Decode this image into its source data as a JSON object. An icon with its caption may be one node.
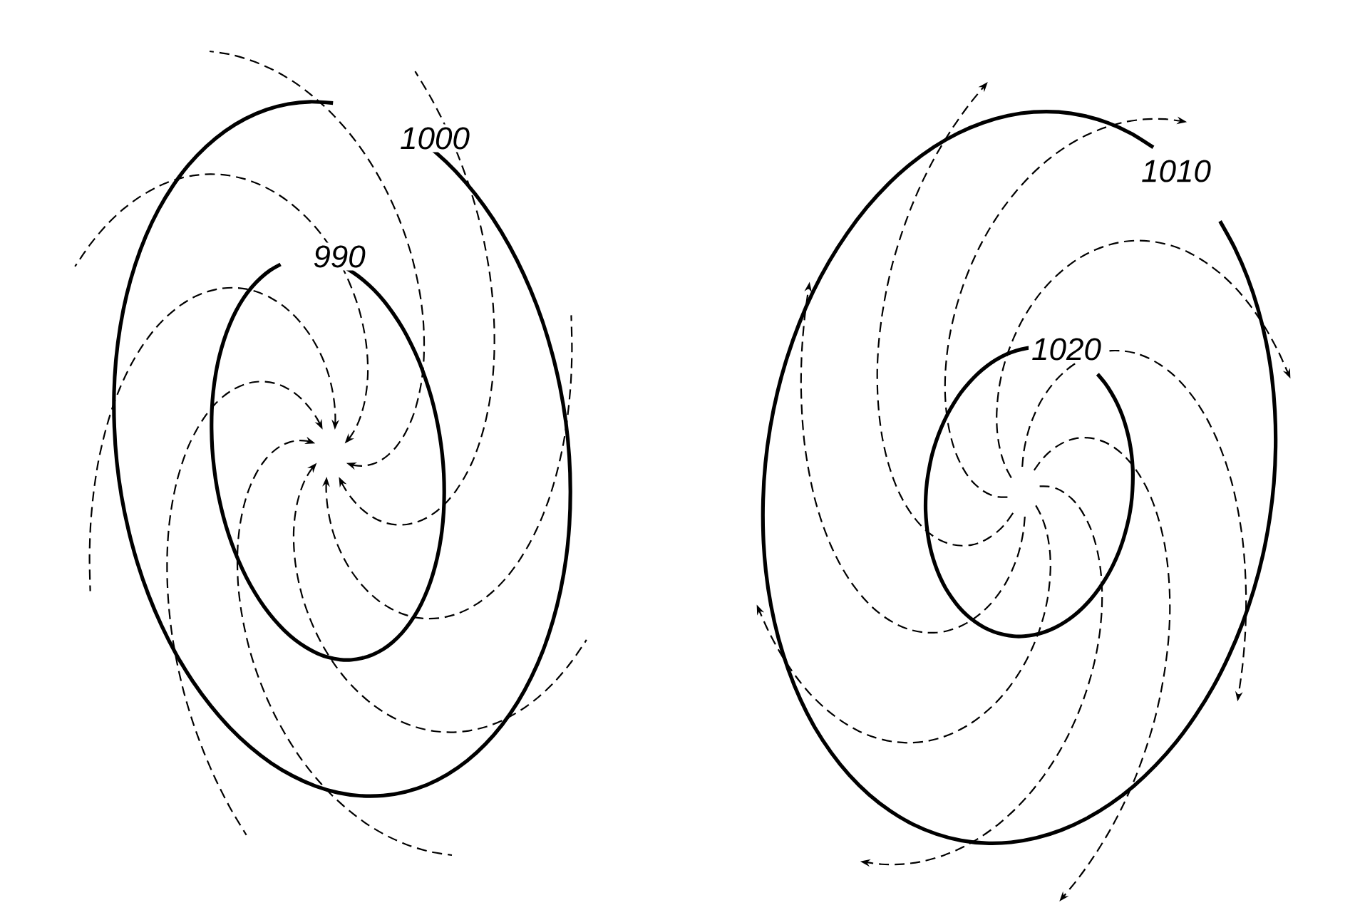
{
  "diagram": {
    "labels": [
      "1000",
      "990",
      "1010",
      "1020"
    ]
  }
}
